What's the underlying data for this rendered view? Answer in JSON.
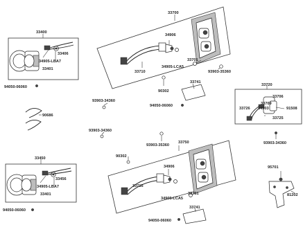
{
  "labels": {
    "l33700": "33700",
    "l33400": "33400",
    "l34906_top": "34906",
    "l33406": "33406",
    "l34905_lba7_top": "34905-LBA7",
    "l33401_top": "33401",
    "l94050_top": "94050-06060",
    "l33710": "33710",
    "l34905_lca5_top": "34905-LCA5",
    "l33701": "33701",
    "l93903_35360_top": "93903-35360",
    "l90302_top": "90302",
    "l33741_top": "33741",
    "l94050_mid": "94050-06060",
    "l90686": "90686",
    "l93903_34360_a": "93903-34360",
    "l93903_34360_b": "93903-34360",
    "l33720": "33720",
    "l33706": "33706",
    "l33709": "33709",
    "l34903": "34903",
    "l33726": "33726",
    "l91508": "91508",
    "l33725": "33725",
    "l93903_34360_right": "93903-34360",
    "l93903_35360_mid": "93903-35360",
    "l33750": "33750",
    "l33450": "33450",
    "l90302_bot": "90302",
    "l34906_bot": "34906",
    "l33456": "33456",
    "l34905_lba7_bot": "34905-LBA7",
    "l33401_bot": "33401",
    "l33715": "33715",
    "l34905_lca5_bot": "34905-LCA5",
    "l33751": "33751",
    "l95701": "95701",
    "l81202": "81202",
    "l33741_bot": "33741",
    "l94050_bot_left": "94050-06060",
    "l94050_bot_center": "94050-06060"
  }
}
